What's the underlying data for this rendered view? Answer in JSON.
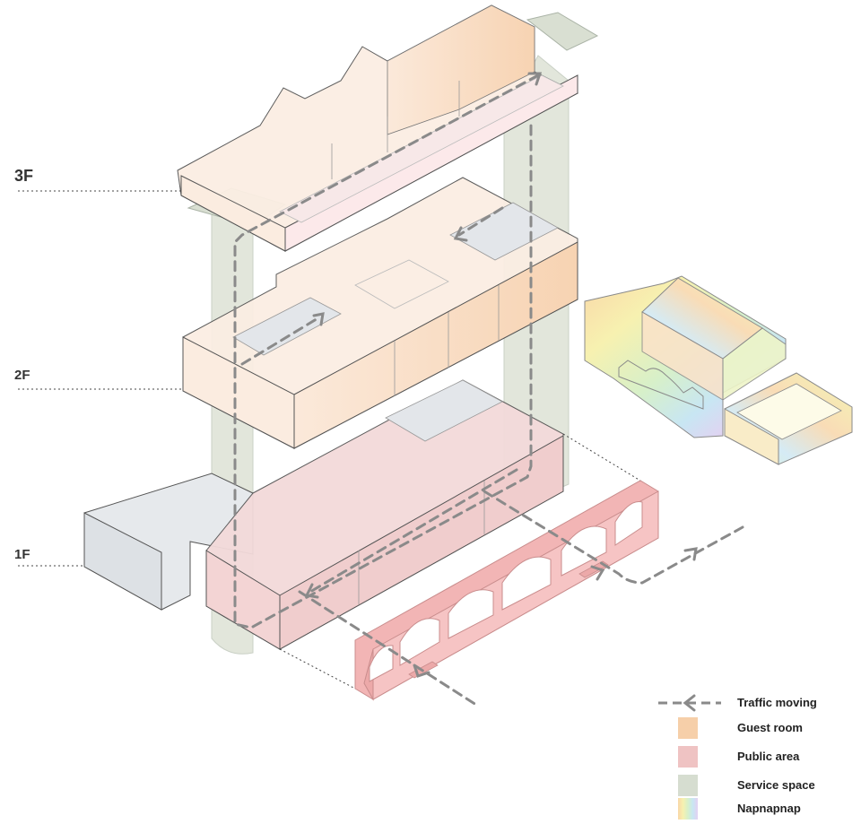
{
  "floors": [
    {
      "label": "3F"
    },
    {
      "label": "2F"
    },
    {
      "label": "1F"
    }
  ],
  "legend": [
    {
      "label": "Traffic moving",
      "kind": "arrow",
      "color": "#8a8a8a"
    },
    {
      "label": "Guest room",
      "kind": "swatch",
      "color": "#f6cfa9"
    },
    {
      "label": "Public area",
      "kind": "swatch",
      "color": "#efc3c3"
    },
    {
      "label": "Service space",
      "kind": "swatch",
      "color": "#d6ddd0"
    },
    {
      "label": "Napnapnap",
      "kind": "rainbow",
      "color": "#f4d8a0"
    }
  ],
  "colors": {
    "guest_room": "#f6cfa9",
    "public_area": "#efc3c3",
    "service_space": "#d6ddd0",
    "service_space_edge": "#c4cbbf",
    "grey_block": "#e1e4e8",
    "arch_wall": "#f2b5b5",
    "traffic": "#8a8a8a",
    "outline": "#555555"
  }
}
